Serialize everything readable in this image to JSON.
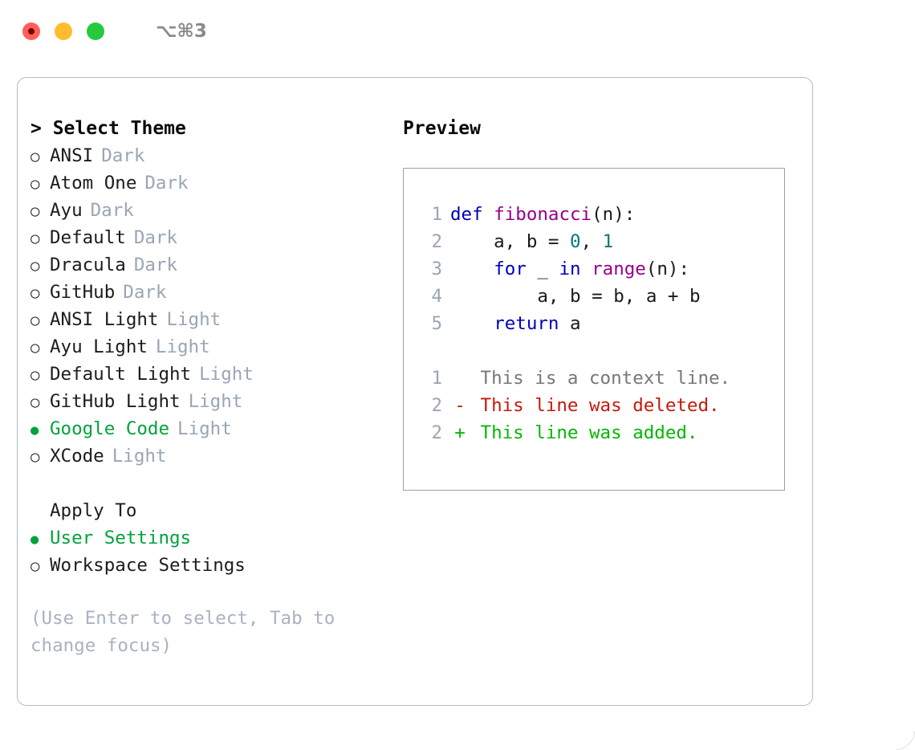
{
  "titlebar": {
    "dots": [
      {
        "name": "close-dot",
        "color": "#ff5f56",
        "recording": true
      },
      {
        "name": "minimize-dot",
        "color": "#ffbd2e",
        "recording": false
      },
      {
        "name": "maximize-dot",
        "color": "#27c93f",
        "recording": false
      }
    ],
    "shortcut": "⌥⌘3"
  },
  "left": {
    "heading_prefix": "> ",
    "heading": "Select Theme",
    "markers": {
      "unselected": "○",
      "selected": "●"
    },
    "themes": [
      {
        "label": "ANSI",
        "tag": "Dark",
        "selected": false
      },
      {
        "label": "Atom One",
        "tag": "Dark",
        "selected": false
      },
      {
        "label": "Ayu",
        "tag": "Dark",
        "selected": false
      },
      {
        "label": "Default",
        "tag": "Dark",
        "selected": false
      },
      {
        "label": "Dracula",
        "tag": "Dark",
        "selected": false
      },
      {
        "label": "GitHub",
        "tag": "Dark",
        "selected": false
      },
      {
        "label": "ANSI Light",
        "tag": "Light",
        "selected": false
      },
      {
        "label": "Ayu Light",
        "tag": "Light",
        "selected": false
      },
      {
        "label": "Default Light",
        "tag": "Light",
        "selected": false
      },
      {
        "label": "GitHub Light",
        "tag": "Light",
        "selected": false
      },
      {
        "label": "Google Code",
        "tag": "Light",
        "selected": true
      },
      {
        "label": "XCode",
        "tag": "Light",
        "selected": false
      }
    ],
    "apply_to_label": "Apply To",
    "apply_to": [
      {
        "label": "User Settings",
        "selected": true
      },
      {
        "label": "Workspace Settings",
        "selected": false
      }
    ],
    "hint": "(Use Enter to select, Tab to change focus)"
  },
  "preview": {
    "title": "Preview",
    "code_lines": [
      {
        "no": "1",
        "tokens": [
          {
            "t": "def ",
            "c": "kw"
          },
          {
            "t": "fibonacci",
            "c": "fn"
          },
          {
            "t": "(n):",
            "c": "pl"
          }
        ]
      },
      {
        "no": "2",
        "tokens": [
          {
            "t": "    a, b = ",
            "c": "pl"
          },
          {
            "t": "0",
            "c": "num"
          },
          {
            "t": ", ",
            "c": "pl"
          },
          {
            "t": "1",
            "c": "num"
          }
        ]
      },
      {
        "no": "3",
        "tokens": [
          {
            "t": "    ",
            "c": "pl"
          },
          {
            "t": "for",
            "c": "kw"
          },
          {
            "t": " _ ",
            "c": "pl"
          },
          {
            "t": "in",
            "c": "kw"
          },
          {
            "t": " ",
            "c": "pl"
          },
          {
            "t": "range",
            "c": "fn"
          },
          {
            "t": "(n):",
            "c": "pl"
          }
        ]
      },
      {
        "no": "4",
        "tokens": [
          {
            "t": "        a, b = b, a + b",
            "c": "pl"
          }
        ]
      },
      {
        "no": "5",
        "tokens": [
          {
            "t": "    ",
            "c": "pl"
          },
          {
            "t": "return",
            "c": "kw"
          },
          {
            "t": " a",
            "c": "pl"
          }
        ]
      }
    ],
    "diff_lines": [
      {
        "no": "1",
        "mark": " ",
        "text": "This is a context line.",
        "c": "ctx"
      },
      {
        "no": "2",
        "mark": "-",
        "text": "This line was deleted.",
        "c": "del"
      },
      {
        "no": "2",
        "mark": "+",
        "text": "This line was added.",
        "c": "add"
      }
    ]
  },
  "colors": {
    "accent_green": "#00a23c",
    "muted": "#9aa5b5",
    "keyword": "#0000bb",
    "function": "#99008a",
    "number": "#007a78",
    "diff_added": "#06b506",
    "diff_deleted": "#c31a0c",
    "border": "#b3bcc9",
    "preview_border": "#94a1b2"
  }
}
